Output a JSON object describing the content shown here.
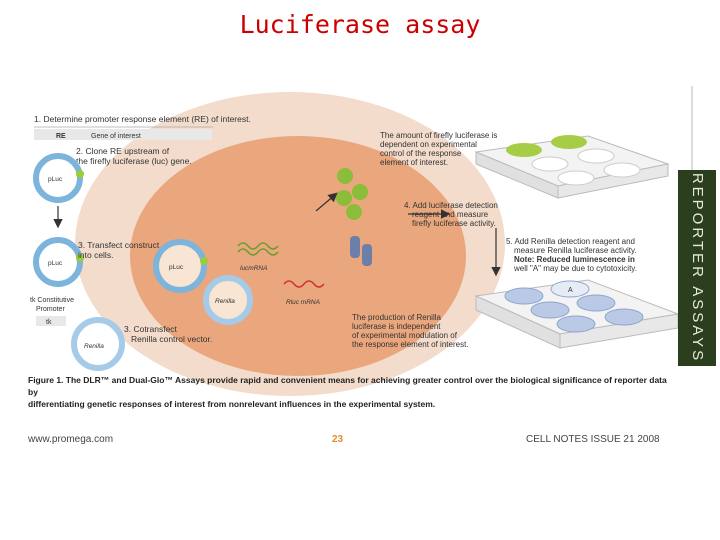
{
  "slide": {
    "title": "Luciferase assay"
  },
  "figure": {
    "steps": {
      "s1": "1. Determine promoter response element (RE) of interest.",
      "s2_a": "2. Clone RE upstream of",
      "s2_b": "the firefly luciferase (luc) gene.",
      "s3_a": "3. Transfect construct",
      "s3_b": "into cells.",
      "s3c_a": "3. Cotransfect",
      "s3c_b": "Renilla control vector.",
      "s4_a": "4. Add luciferase detection",
      "s4_b": "reagent and measure",
      "s4_c": "firefly luciferase activity.",
      "s5_a": "5. Add Renilla detection reagent and",
      "s5_b": "measure Renilla luciferase activity.",
      "s5_c": "Note: Reduced luminescence in",
      "s5_d": "well \"A\" may be due to cytotoxicity."
    },
    "table_header": {
      "col1": "RE",
      "col2": "Gene of interest"
    },
    "notes": {
      "firefly_a": "The amount of firefly luciferase is",
      "firefly_b": "dependent on experimental",
      "firefly_c": "control of the response",
      "firefly_d": "element of interest.",
      "renilla_a": "The production of Renilla",
      "renilla_b": "luciferase is independent",
      "renilla_c": "of experimental modulation of",
      "renilla_d": "the response element of interest."
    },
    "labels": {
      "pluc": "pLuc",
      "renilla": "Renilla",
      "lucmrna": "lucmRNA",
      "rlucmrna": "Rluc mRNA",
      "tk_a": "tk Constitutive",
      "tk_b": "Promoter",
      "tk_c": "tk",
      "well_a": "A"
    },
    "side_tab": "REPORTER ASSAYS",
    "caption_a": "Figure 1. The DLR™ and Dual-Glo™ Assays provide rapid and convenient means for achieving greater control over the biological significance of reporter data by",
    "caption_b": "differentiating genetic responses of interest from nonrelevant influences in the experimental system."
  },
  "footer": {
    "website": "www.promega.com",
    "page": "23",
    "journal": "CELL NOTES   ISSUE 21 2008"
  },
  "colors": {
    "title": "#cc0000",
    "cell_outer": "#f3dccb",
    "cell_inner": "#eaa77e",
    "plasmid": "#7cb4dc",
    "firefly_green": "#9ccb3c",
    "plate_blue": "#b9c9e6",
    "tab_green": "#2b3f1e",
    "page_number": "#e38b2c"
  }
}
